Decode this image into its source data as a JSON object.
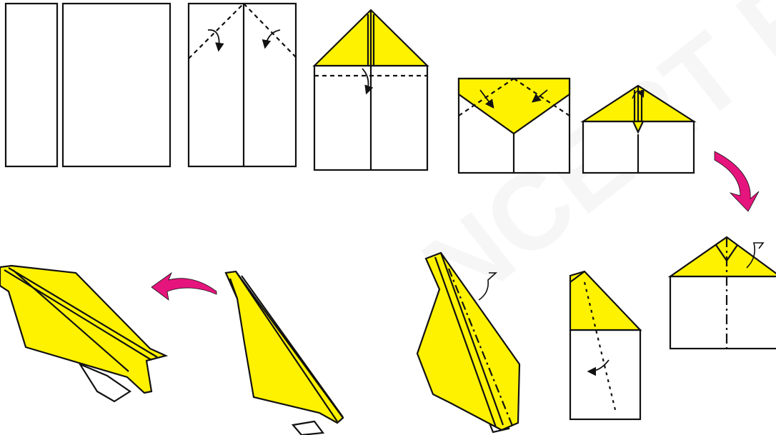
{
  "watermark": "NCERT Published",
  "colors": {
    "paper": "#ffffff",
    "fold_face": "#fff200",
    "outline": "#111111",
    "arrow_accent": "#e6157d"
  },
  "steps": [
    {
      "name": "step-1-paper-sheet"
    },
    {
      "name": "step-2-fold-corners"
    },
    {
      "name": "step-3-fold-tip-down"
    },
    {
      "name": "step-4-fold-corners-again"
    },
    {
      "name": "step-5-small-flap"
    },
    {
      "name": "step-6-turn-over"
    },
    {
      "name": "step-7-fold-in-half"
    },
    {
      "name": "step-8-fold-wings"
    },
    {
      "name": "step-9-wing-folded"
    },
    {
      "name": "step-10-finished-plane"
    }
  ]
}
